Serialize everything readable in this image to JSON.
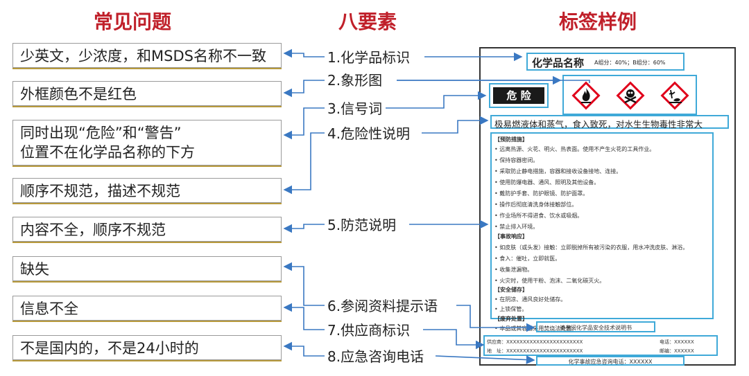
{
  "headers": {
    "left": "常见问题",
    "middle": "八要素",
    "right": "标签样例"
  },
  "problems": [
    "少英文，少浓度，和MSDS名称不一致",
    "外框颜色不是红色",
    "同时出现“危险”和“警告”",
    "位置不在化学品名称的下方",
    "顺序不规范，描述不规范",
    "内容不全，顺序不规范",
    "缺失",
    "信息不全",
    "不是国内的，不是24小时的"
  ],
  "elements": [
    "1.化学品标识",
    "2.象形图",
    "3.信号词",
    "4.危险性说明",
    "5.防范说明",
    "6.参阅资料提示语",
    "7.供应商标识",
    "8.应急咨询电话"
  ],
  "sample": {
    "name": "化学品名称",
    "composition": "A组分：40%；B组分：60%",
    "signal": "危 险",
    "hazard": "极易燃液体和蒸气，食入致死，对水生生物毒性非常大",
    "sections": {
      "prevention": "【预防措施】",
      "response": "【事故响应】",
      "storage": "【安全储存】",
      "disposal": "【废弃处置】"
    },
    "prevention_items": [
      "• 远离热源、火花、明火、热表面。使用不产生火花的工具作业。",
      "• 保持容器密闭。",
      "• 采取防止静电措施，容器和接收设备接地、连接。",
      "• 使用防爆电器、通风、照明及其他设备。",
      "• 戴防护手套、防护眼镜、防护面罩。",
      "• 操作后彻底清洗身体接触部位。",
      "• 作业场所不得进食、饮水或吸烟。",
      "• 禁止排入环境。"
    ],
    "response_items": [
      "• 如皮肤（或头发）接触：立即脱掉所有被污染的衣服，用水冲洗皮肤、淋浴。",
      "• 食入：催吐，立即就医。",
      "• 收集泄漏物。",
      "• 火灾时，使用干粉、泡沫、二氧化碳灭火。"
    ],
    "storage_items": [
      "• 在阴凉、通风良好处储存。",
      "• 上锁保管。"
    ],
    "disposal_items": [
      "• 本品或其容器采用焚烧法处置。"
    ],
    "reference": "请参阅化学品安全技术说明书",
    "supplier_label": "供应商：",
    "supplier_value": "XXXXXXXXXXXXXXXXXXXXXXX",
    "address_label": "地　址：",
    "address_value": "XXXXXXXXXXXXXXXXXXXXXXX",
    "phone_label": "电话：",
    "phone_value": "XXXXXX",
    "postcode_label": "邮编：",
    "postcode_value": "XXXXXX",
    "emergency": "化学事故应急咨询电话：XXXXXX"
  },
  "colors": {
    "header": "#c0202a",
    "highlight": "#3fa9d8",
    "wire": "#3a78c2",
    "diamond": "#e0001b",
    "shadow": "#b89a3c"
  }
}
